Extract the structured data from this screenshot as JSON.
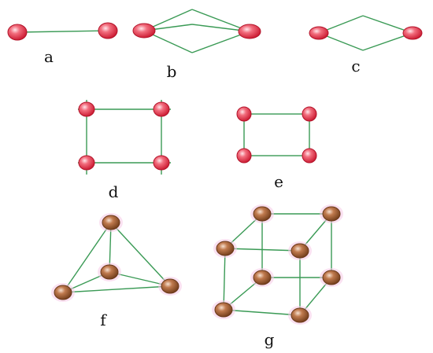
{
  "colors": {
    "bond": "#3a9a55",
    "red_atom_fill": "#e8394a",
    "red_atom_edge": "#b3142a",
    "red_atom_highlight": "#ffd9dd",
    "brown_atom_fill": "#a8623a",
    "brown_atom_edge": "#6b3a1c",
    "brown_atom_highlight": "#f2d6c4",
    "glow": "#f6c9e6"
  },
  "panels": [
    {
      "id": "a",
      "label": "a"
    },
    {
      "id": "b",
      "label": "b"
    },
    {
      "id": "c",
      "label": "c"
    },
    {
      "id": "d",
      "label": "d"
    },
    {
      "id": "e",
      "label": "e"
    },
    {
      "id": "f",
      "label": "f"
    },
    {
      "id": "g",
      "label": "g"
    }
  ]
}
